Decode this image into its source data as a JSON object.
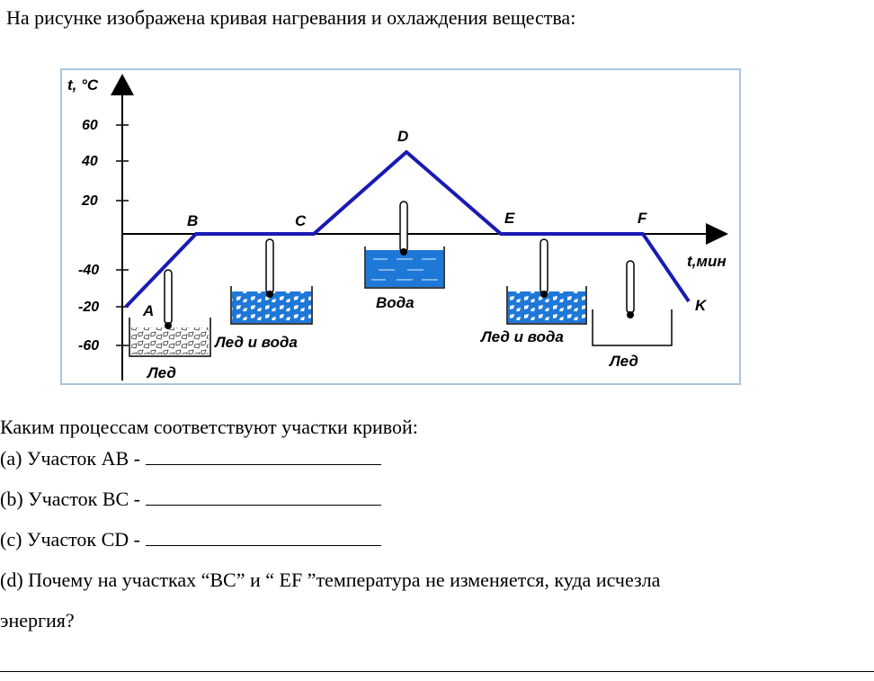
{
  "intro": "На рисунке изображена кривая нагревания и охлаждения вещества:",
  "diagram": {
    "y_axis_label": "t, °C",
    "x_axis_label": "t,мин",
    "y_ticks": [
      "60",
      "40",
      "20",
      "-40",
      "-20",
      "-60"
    ],
    "points": [
      "A",
      "B",
      "C",
      "D",
      "E",
      "F",
      "K"
    ],
    "vessel_labels": [
      "Лед",
      "Лед и вода",
      "Вода",
      "Лед и вода",
      "Лед"
    ],
    "colors": {
      "curve": "#1a1ab4",
      "water": "#1e78d7",
      "frame": "#a9c6e0"
    }
  },
  "question": "Каким процессам соответствуют участки кривой:",
  "items": [
    {
      "label": "(a) Участок АВ -"
    },
    {
      "label": "(b) Участок ВС -"
    },
    {
      "label": "(c) Участок СD -"
    }
  ],
  "item_d": "(d) Почему на участках “BC” и “ EF ”температура не изменяется, куда исчезла",
  "item_d_cont": "энергия?"
}
